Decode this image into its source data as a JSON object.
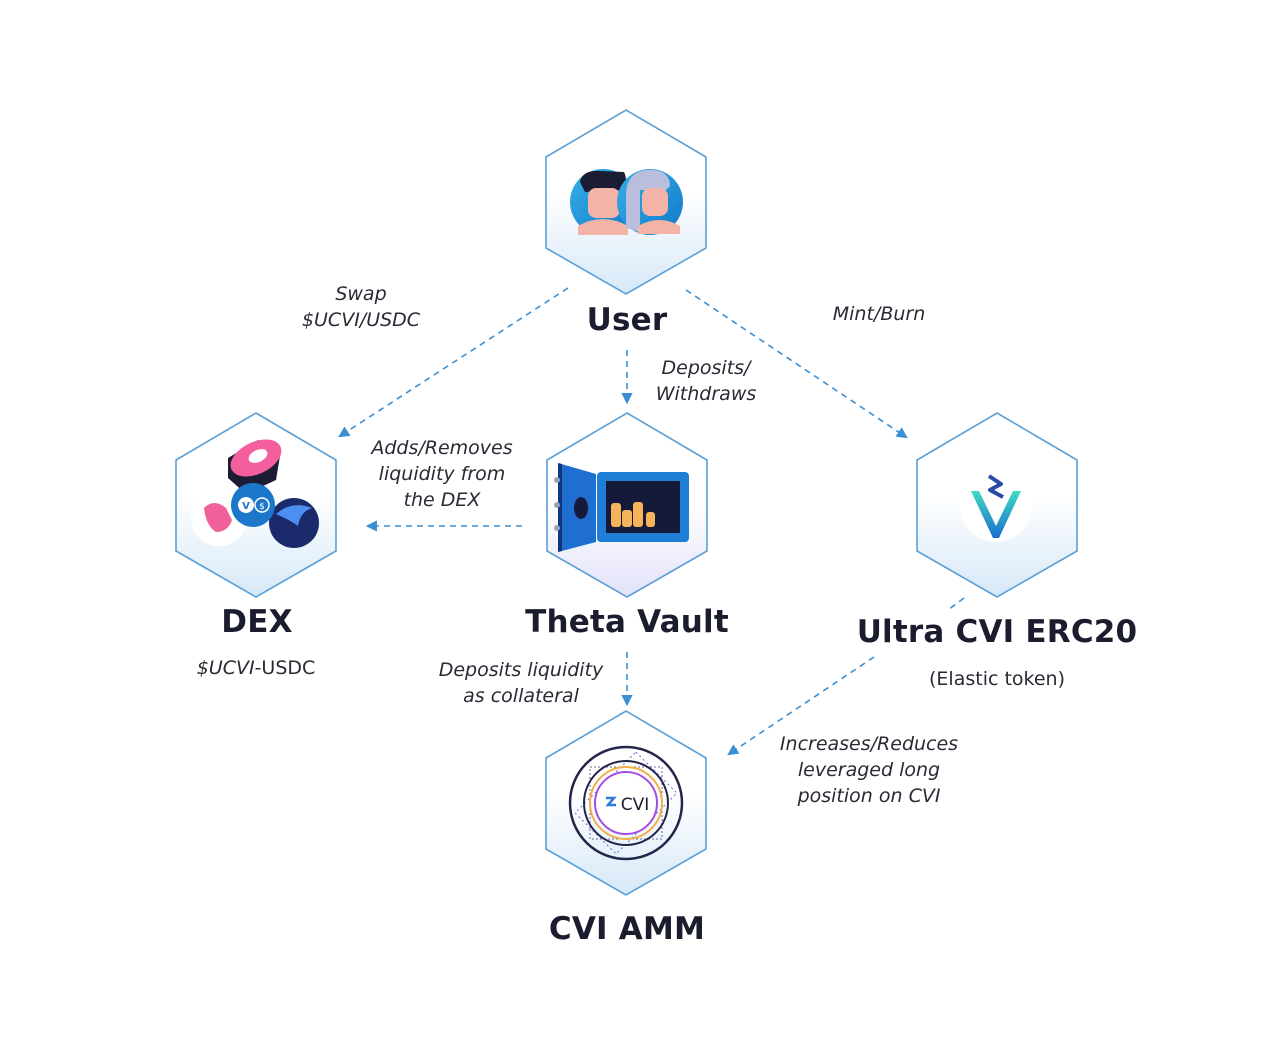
{
  "nodes": {
    "user": {
      "title": "User",
      "icon": "users-avatars-icon"
    },
    "dex": {
      "title": "DEX",
      "subtitle_italic": "$UCVI",
      "subtitle_rest": "-USDC",
      "icon": "dex-logos-icon"
    },
    "vault": {
      "title": "Theta Vault",
      "icon": "vault-safe-icon"
    },
    "ultra": {
      "title": "Ultra CVI ERC20",
      "subtitle": "(Elastic token)",
      "icon": "cvi-v-logo-icon"
    },
    "amm": {
      "title": "CVI AMM",
      "icon": "cvi-amm-rings-icon",
      "logo_text": "CVI"
    }
  },
  "edges": {
    "swap": {
      "lines": [
        "Swap",
        "$UCVI/USDC"
      ]
    },
    "mint": {
      "lines": [
        "Mint/Burn"
      ]
    },
    "deposits": {
      "lines": [
        "Deposits/",
        "Withdraws"
      ]
    },
    "liquidity": {
      "lines": [
        "Adds/Removes",
        "liquidity from",
        "the DEX"
      ]
    },
    "collateral": {
      "lines": [
        "Deposits liquidity",
        "as collateral"
      ]
    },
    "leverage": {
      "lines": [
        "Increases/Reduces",
        "leveraged long",
        "position on CVI"
      ]
    }
  },
  "colors": {
    "hex_stroke": "#5a9fd6",
    "arrow": "#3b8fd4",
    "hex_fill_bottom": "#dcebf8",
    "vault_fill_bottom": "#e4e4fa",
    "title_text": "#1b1c2e"
  }
}
